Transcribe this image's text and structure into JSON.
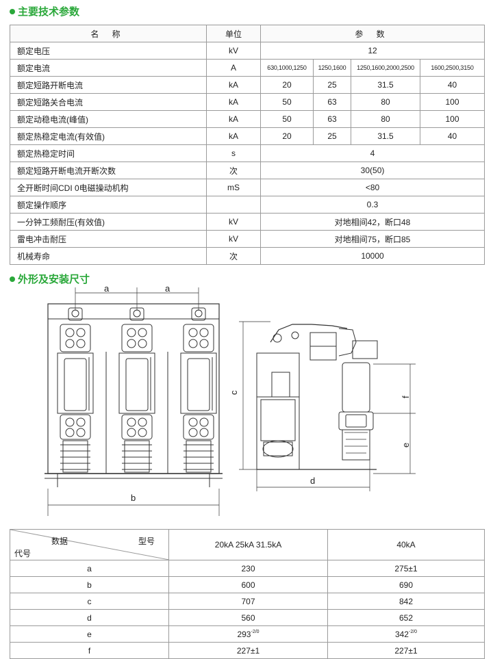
{
  "section1": {
    "title": "主要技术参数"
  },
  "params": {
    "headers": {
      "name": "名 称",
      "unit": "单位",
      "value": "参 数"
    },
    "rated_voltage": {
      "name": "额定电压",
      "unit": "kV",
      "value": "12"
    },
    "rated_current": {
      "name": "额定电流",
      "unit": "A",
      "values": [
        "630,1000,1250",
        "1250,1600",
        "1250,1600,2000,2500",
        "1600,2500,3150"
      ]
    },
    "short_break": {
      "name": "额定短路开断电流",
      "unit": "kA",
      "values": [
        "20",
        "25",
        "31.5",
        "40"
      ]
    },
    "short_make": {
      "name": "额定短路关合电流",
      "unit": "kA",
      "values": [
        "50",
        "63",
        "80",
        "100"
      ]
    },
    "dynamic": {
      "name": "额定动稳电流(峰值)",
      "unit": "kA",
      "values": [
        "50",
        "63",
        "80",
        "100"
      ]
    },
    "thermal": {
      "name": "额定热稳定电流(有效值)",
      "unit": "kA",
      "values": [
        "20",
        "25",
        "31.5",
        "40"
      ]
    },
    "thermal_time": {
      "name": "额定热稳定时间",
      "unit": "s",
      "value": "4"
    },
    "break_count": {
      "name": "额定短路开断电流开断次数",
      "unit": "次",
      "value": "30(50)"
    },
    "open_time": {
      "name": "全开断时间CDI 0电磁操动机构",
      "unit": "mS",
      "value": "<80"
    },
    "sequence": {
      "name": "额定操作顺序",
      "unit": "",
      "value": "0.3"
    },
    "power_freq": {
      "name": "一分钟工频耐压(有效值)",
      "unit": "kV",
      "value": "对地相间42，断口48"
    },
    "lightning": {
      "name": "雷电冲击耐压",
      "unit": "kV",
      "value": "对地相间75，断口85"
    },
    "life": {
      "name": "机械寿命",
      "unit": "次",
      "value": "10000"
    }
  },
  "section2": {
    "title": "外形及安装尺寸"
  },
  "drawing_labels": {
    "a": "a",
    "b": "b",
    "c": "c",
    "d": "d",
    "e": "e",
    "f": "f"
  },
  "dims": {
    "header": {
      "data": "数据",
      "model": "型号",
      "code": "代号",
      "col1": "20kA  25kA  31.5kA",
      "col2": "40kA"
    },
    "rows": [
      {
        "code": "a",
        "v1": "230",
        "v2": "275±1"
      },
      {
        "code": "b",
        "v1": "600",
        "v2": "690"
      },
      {
        "code": "c",
        "v1": "707",
        "v2": "842"
      },
      {
        "code": "d",
        "v1": "560",
        "v2": "652"
      },
      {
        "code": "e",
        "v1": "293",
        "v1_tol": "-2/0",
        "v2": "342",
        "v2_tol": "-2/0"
      },
      {
        "code": "f",
        "v1": "227±1",
        "v2": "227±1"
      }
    ]
  }
}
